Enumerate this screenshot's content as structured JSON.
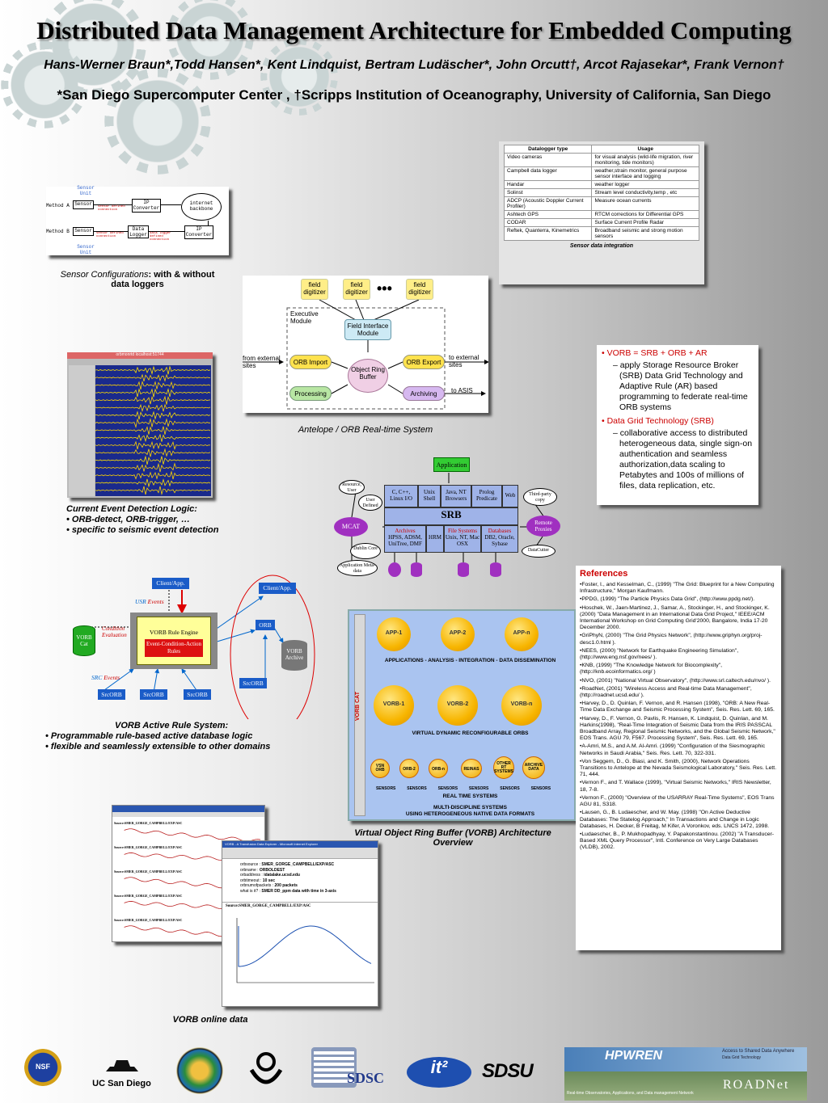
{
  "header": {
    "title": "Distributed Data Management Architecture for Embedded Computing",
    "authors": "Hans-Werner Braun*,Todd Hansen*, Kent Lindquist, Bertram Ludäscher*, John Orcutt†, Arcot Rajasekar*, Frank Vernon†",
    "affiliation": "*San Diego Supercomputer Center , †Scripps Institution of Oceanography, University of California, San Diego"
  },
  "sensor_config": {
    "caption_em": "Sensor Configurations",
    "caption_rest": ": with & without data loggers",
    "sensor_unit": "Sensor Unit",
    "method_a": "Method A",
    "method_b": "Method B",
    "sensor": "Sensor",
    "ip_converter": "IP Converter",
    "data_logger": "Data Logger",
    "internet": "internet backbone",
    "sensor_defined": "sensor defined connection",
    "data_logger_defined": "data logger defined connection"
  },
  "datalogger_table": {
    "headers": [
      "Datalogger type",
      "Usage"
    ],
    "rows": [
      [
        "Video cameras",
        "for visual analysis (wild-life migration, river monitoring, tide monitors)"
      ],
      [
        "Campbell data logger",
        "weather,strain monitor, general purpose sensor interface and logging"
      ],
      [
        "Handar",
        "weather logger"
      ],
      [
        "Solinst",
        "Stream level conductivity,temp , etc"
      ],
      [
        "ADCP  (Acoustic Doppler Current Profiler)",
        "Measure ocean currents"
      ],
      [
        "Ashtech GPS",
        "RTCM corrections for Differential GPS"
      ],
      [
        "CODAR",
        "Surface Current Profile Radar"
      ],
      [
        "Reftek, Quanterra, Kinemetrics",
        "Broadband seismic and strong motion sensors"
      ]
    ],
    "caption": "Sensor data integration"
  },
  "antelope": {
    "caption": "Antelope / ORB Real-time System",
    "digitizer": "field digitizer",
    "dots": "•••",
    "exec": "Executive Module",
    "fim": "Field Interface Module",
    "orb_import": "ORB Import",
    "orb_export": "ORB Export",
    "processing": "Processing",
    "archiving": "Archiving",
    "orb_buffer": "Object Ring Buffer",
    "from": "from external sites",
    "to": "to external sites",
    "to_asis": "to ASIS"
  },
  "event": {
    "window_title": "orbmonrtd  localhost:51744",
    "title": "Current Event Detection Logic:",
    "items": [
      "• ORB-detect, ORB-trigger, …",
      "• specific to seismic event detection"
    ]
  },
  "vorb_bullets": {
    "b1": "VORB = SRB + ORB + AR",
    "b1_sub": "– apply Storage Resource Broker (SRB) Data Grid Technology and Adaptive Rule (AR) based programming to federate real-time ORB systems",
    "b2": "Data Grid Technology (SRB)",
    "b2_sub": "– collaborative access to distributed heterogeneous data, single sign-on authentication and seamless authorization,data scaling to Petabytes and 100s of millions of files, data replication, etc."
  },
  "srb": {
    "application": "Application",
    "resource_user": "Resource, User",
    "user_defined": "User Defined",
    "mcat": "MCAT",
    "dublin": "Dublin Core",
    "app_meta": "Application Meta-data",
    "top_boxes": [
      "C, C++, Linux I/O",
      "Unix Shell",
      "Java, NT Browsers",
      "Prolog Predicate",
      "Web"
    ],
    "srb": "SRB",
    "archives": "Archives",
    "archives_sub": "HPSS, ADSM, UniTree, DMF",
    "hrm": "HRM",
    "file_systems": "File Systems",
    "file_systems_sub": "Unix, NT, Mac OSX",
    "databases": "Databases",
    "databases_sub": "DB2, Oracle, Sybase",
    "third_party": "Third-party copy",
    "remote_proxies": "Remote Proxies",
    "datacutter": "DataCutter"
  },
  "rules": {
    "client_app": "Client/App.",
    "usr_events_1": "USR",
    "usr_events_2": "Events",
    "condition_eval": "Condition Evaluation",
    "vorb_cat": "VORB Cat",
    "engine": "VORB Rule Engine",
    "eca": "Event-Condition-Action Rules",
    "src_events_1": "SRC",
    "src_events_2": "Events",
    "srcorb": "SrcORB",
    "orb": "ORB",
    "vorb_archive": "VORB Archive",
    "title": "VORB Active Rule System:",
    "items": [
      "• Programmable rule-based active database logic",
      "• flexible and seamlessly extensible to other domains"
    ]
  },
  "vorb_arch": {
    "apps": [
      "APP-1",
      "APP-2",
      "APP-n"
    ],
    "band1": "APPLICATIONS - ANALYSIS - INTEGRATION - DATA DISSEMINATION",
    "vorbs": [
      "VORB-1",
      "VORB-2",
      "VORB-n"
    ],
    "band2": "VIRTUAL  DYNAMIC  RECONFIGURABLE  ORBS",
    "side": "VORB CAT",
    "small": [
      "VSN ORB",
      "ORB-2",
      "ORB-n",
      "REINAS",
      "OTHER RT SYSTEMS",
      "ARCHIVE DATA"
    ],
    "sensors": "SENSORS",
    "band3": "REAL TIME SYSTEMS",
    "band4a": "MULTI-DISCIPLINE  SYSTEMS",
    "band4b": "USING  HETEROGENEOUS  NATIVE  DATA  FORMATS",
    "caption": "Virtual Object Ring Buffer (VORB) Architecture Overview"
  },
  "online": {
    "source1": "Source:SMER_GORGE_CAMPBELL/EXP/ASC",
    "panel_titles": [
      "Source:SMER_GORGE_CAMPBELL/EXP/ASC",
      "Source:SMER_GORGE_CAMPBELL/EXP/ASC",
      "Source:SMER_GORGE_CAMPBELL/EXP/ASC",
      "Source:SMER_GORGE_CAMPBELL/EXP/ASC",
      "Source:SMER_GORGE_CAMPBELL/EXP/ASC"
    ],
    "ie_title": "VORB - A Transfusion Data Explorer - Microsoft Internet Explorer",
    "fields": [
      [
        "orbsource :",
        "SMER_GORGE_CAMPBELL/EXP/ASC"
      ],
      [
        "orbname :",
        "ORBOLDEST"
      ],
      [
        "orbaddress :",
        "idatalake.ucsd.edu"
      ],
      [
        "orbtimeout :",
        "10 sec"
      ],
      [
        "orbnumofpackets :",
        "200 packets"
      ],
      [
        "what is it? :",
        "SMER DD_ppm data with time in 3-axis"
      ]
    ],
    "bottom_source": "Source:SMER_GORGE_CAMPBELL/EXP/ASC",
    "caption": "VORB online data"
  },
  "references": {
    "title": "References",
    "items": [
      "•Foster, I., and Kesselman, C., (1999) \"The Grid: Blueprint for a New Computing Infrastructure,\" Morgan Kaufmann.",
      "•PPDG, (1999) \"The Particle Physics Data Grid\", (http://www.ppdg.net/).",
      "•Hoschek, W., Jaen-Martinez, J., Samar, A., Stockinger, H., and Stockinger, K. (2000) \"Data Management in an International Data Grid Project,\" IEEE/ACM International Workshop on Grid Computing Grid'2000, Bangalore, India 17-20 December 2000.",
      "•GriPhyN, (2000) \"The Grid Physics Network\", (http://www.griphyn.org/proj-desc1.0.html ).",
      "•NEES, (2000) \"Network for Earthquake Engineering Simulation\", (http://www.eng.nsf.gov/nees/ ).",
      "•KNB, (1999) \"The Knowledge Network for Biocomplexity\", (http://knb.ecoinformatics.org/ )",
      "•NVO, (2001) \"National Virtual Observatory\", (http://www.srl.caltech.edu/nvo/ ).",
      "•RoadNet, (2001) \"Wireless Access and Real-time Data Management\", (http://roadnet.ucsd.edu/ ).",
      "•Harvey, D., D. Quinlan, F. Vernon, and R. Hansen (1998), \"ORB: A New Real-Time Data Exchange and Seismic Processing System\", Seis. Res. Lett. 69, 165.",
      "•Harvey, D., F. Vernon, G. Pavlis, R. Hansen, K. Lindquist, D. Quinlan, and M. Harkins(1998), \"Real-Time Integration of Seismic Data from the IRIS PASSCAL Broadband Array, Regional Seismic Networks, and the Global Seismic Network,\" EOS Trans. AGU 79, F567.  Processing System\", Seis. Res. Lett. 69, 165.",
      "•A-Amri, M.S., and A.M. Al-Amri. (1999) \"Configuration of the Siesmographic Networks in Saudi Arabia,\" Seis.  Res. Lett. 70, 322-331.",
      "•Von Seggern, D., G. Biasi, and K. Smith, (2000), Network Operations Transitions to Antelope at the Nevada Seismological Laboratory,\" Seis. Res. Lett. 71, 444.",
      "•Vernon F., and T. Wallace (1999), \"Virtual Seismic Networks,\" IRIS Newsletter, 18, 7-8.",
      "•Vernon F., (2000) \"Overview of the USARRAY Real-Time Systems\", EOS Trans AGU 81, S318.",
      "•Lausen, G., B. Ludaescher, and W. May.  (1998) \"On Active Deductive Databases: The Statelog Approach,\" In Transactions and Change in Logic Databases, H. Decker, B Freitag, M Kifer, A Voronkov, eds. LNCS 1472, 1998.",
      "•Ludaescher, B., P. Mukhopadhyay, Y. Papakonstantinou.  (2002) \"A Transducer-Based XML Query Processor\", Intl. Conference on Very Large Databases (VLDB), 2002."
    ]
  },
  "logos": {
    "nsf": "NSF",
    "ucsd": "UC San Diego",
    "sdsc": "SDSC",
    "it2": "it²",
    "sdsu": "SDSU",
    "hpwren": "HPWREN",
    "hpwren_sub": "Access to Shared Data Anywhere",
    "hpwren_sub2": "Data Grid Technology",
    "roadnet": "ROADNet",
    "roadnet_sub": "Real-time Observatories, Applications, and Data management Network"
  },
  "colors": {
    "accent_red": "#cc0000",
    "srb_blue": "#9fb3e8",
    "mcat_purple": "#a030c0",
    "app_green": "#33cc33",
    "rule_yellow": "#ffff99",
    "vorb_bg": "#aac4f0"
  }
}
